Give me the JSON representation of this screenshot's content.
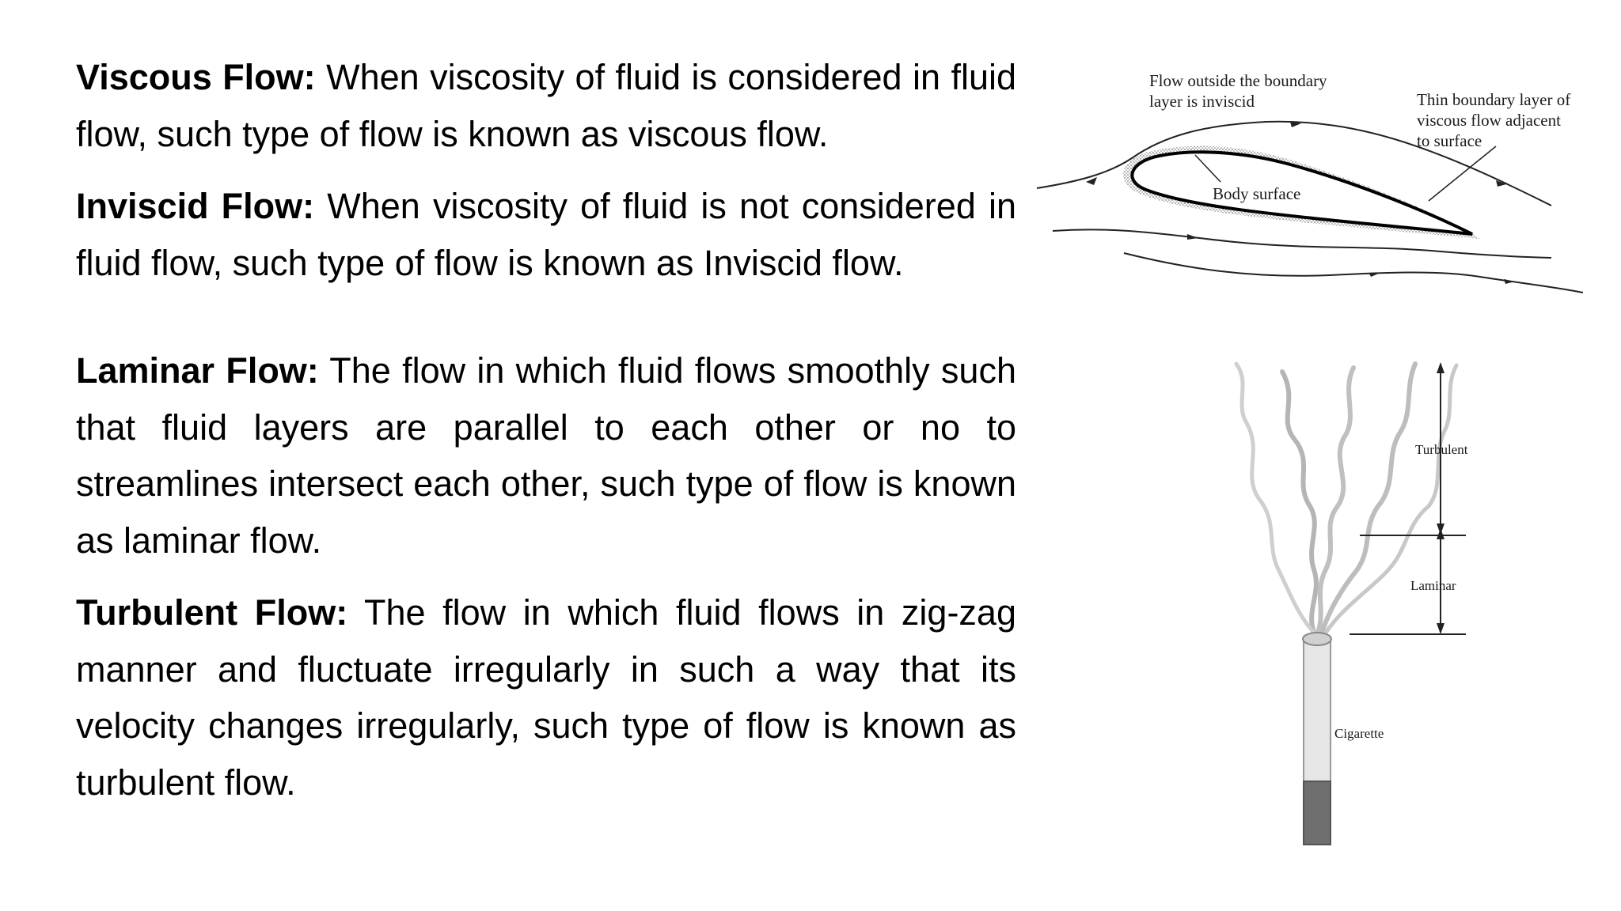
{
  "definitions": [
    {
      "term": "Viscous Flow:",
      "text": " When viscosity of fluid is considered in fluid flow, such type of flow is known as viscous flow."
    },
    {
      "term": "Inviscid Flow:",
      "text": " When viscosity of fluid is not considered in fluid flow, such type of flow is known as Inviscid flow."
    },
    {
      "term": "Laminar Flow:",
      "text": " The flow in which fluid flows smoothly such that fluid layers are parallel to each other or no to streamlines intersect each other, such type of flow is known as laminar flow."
    },
    {
      "term": "Turbulent Flow:",
      "text": " The flow in which fluid flows in zig-zag manner and fluctuate irregularly in such a way that its velocity changes irregularly, such type of flow is known as turbulent flow."
    }
  ],
  "airfoil_figure": {
    "label_outside_line1": "Flow outside the boundary",
    "label_outside_line2": "layer is inviscid",
    "label_thin_line1": "Thin boundary layer of",
    "label_thin_line2": "viscous flow adjacent",
    "label_thin_line3": "to surface",
    "label_body": "Body surface"
  },
  "cigarette_figure": {
    "label_turbulent": "Turbulent",
    "label_laminar": "Laminar",
    "label_cigarette": "Cigarette"
  }
}
